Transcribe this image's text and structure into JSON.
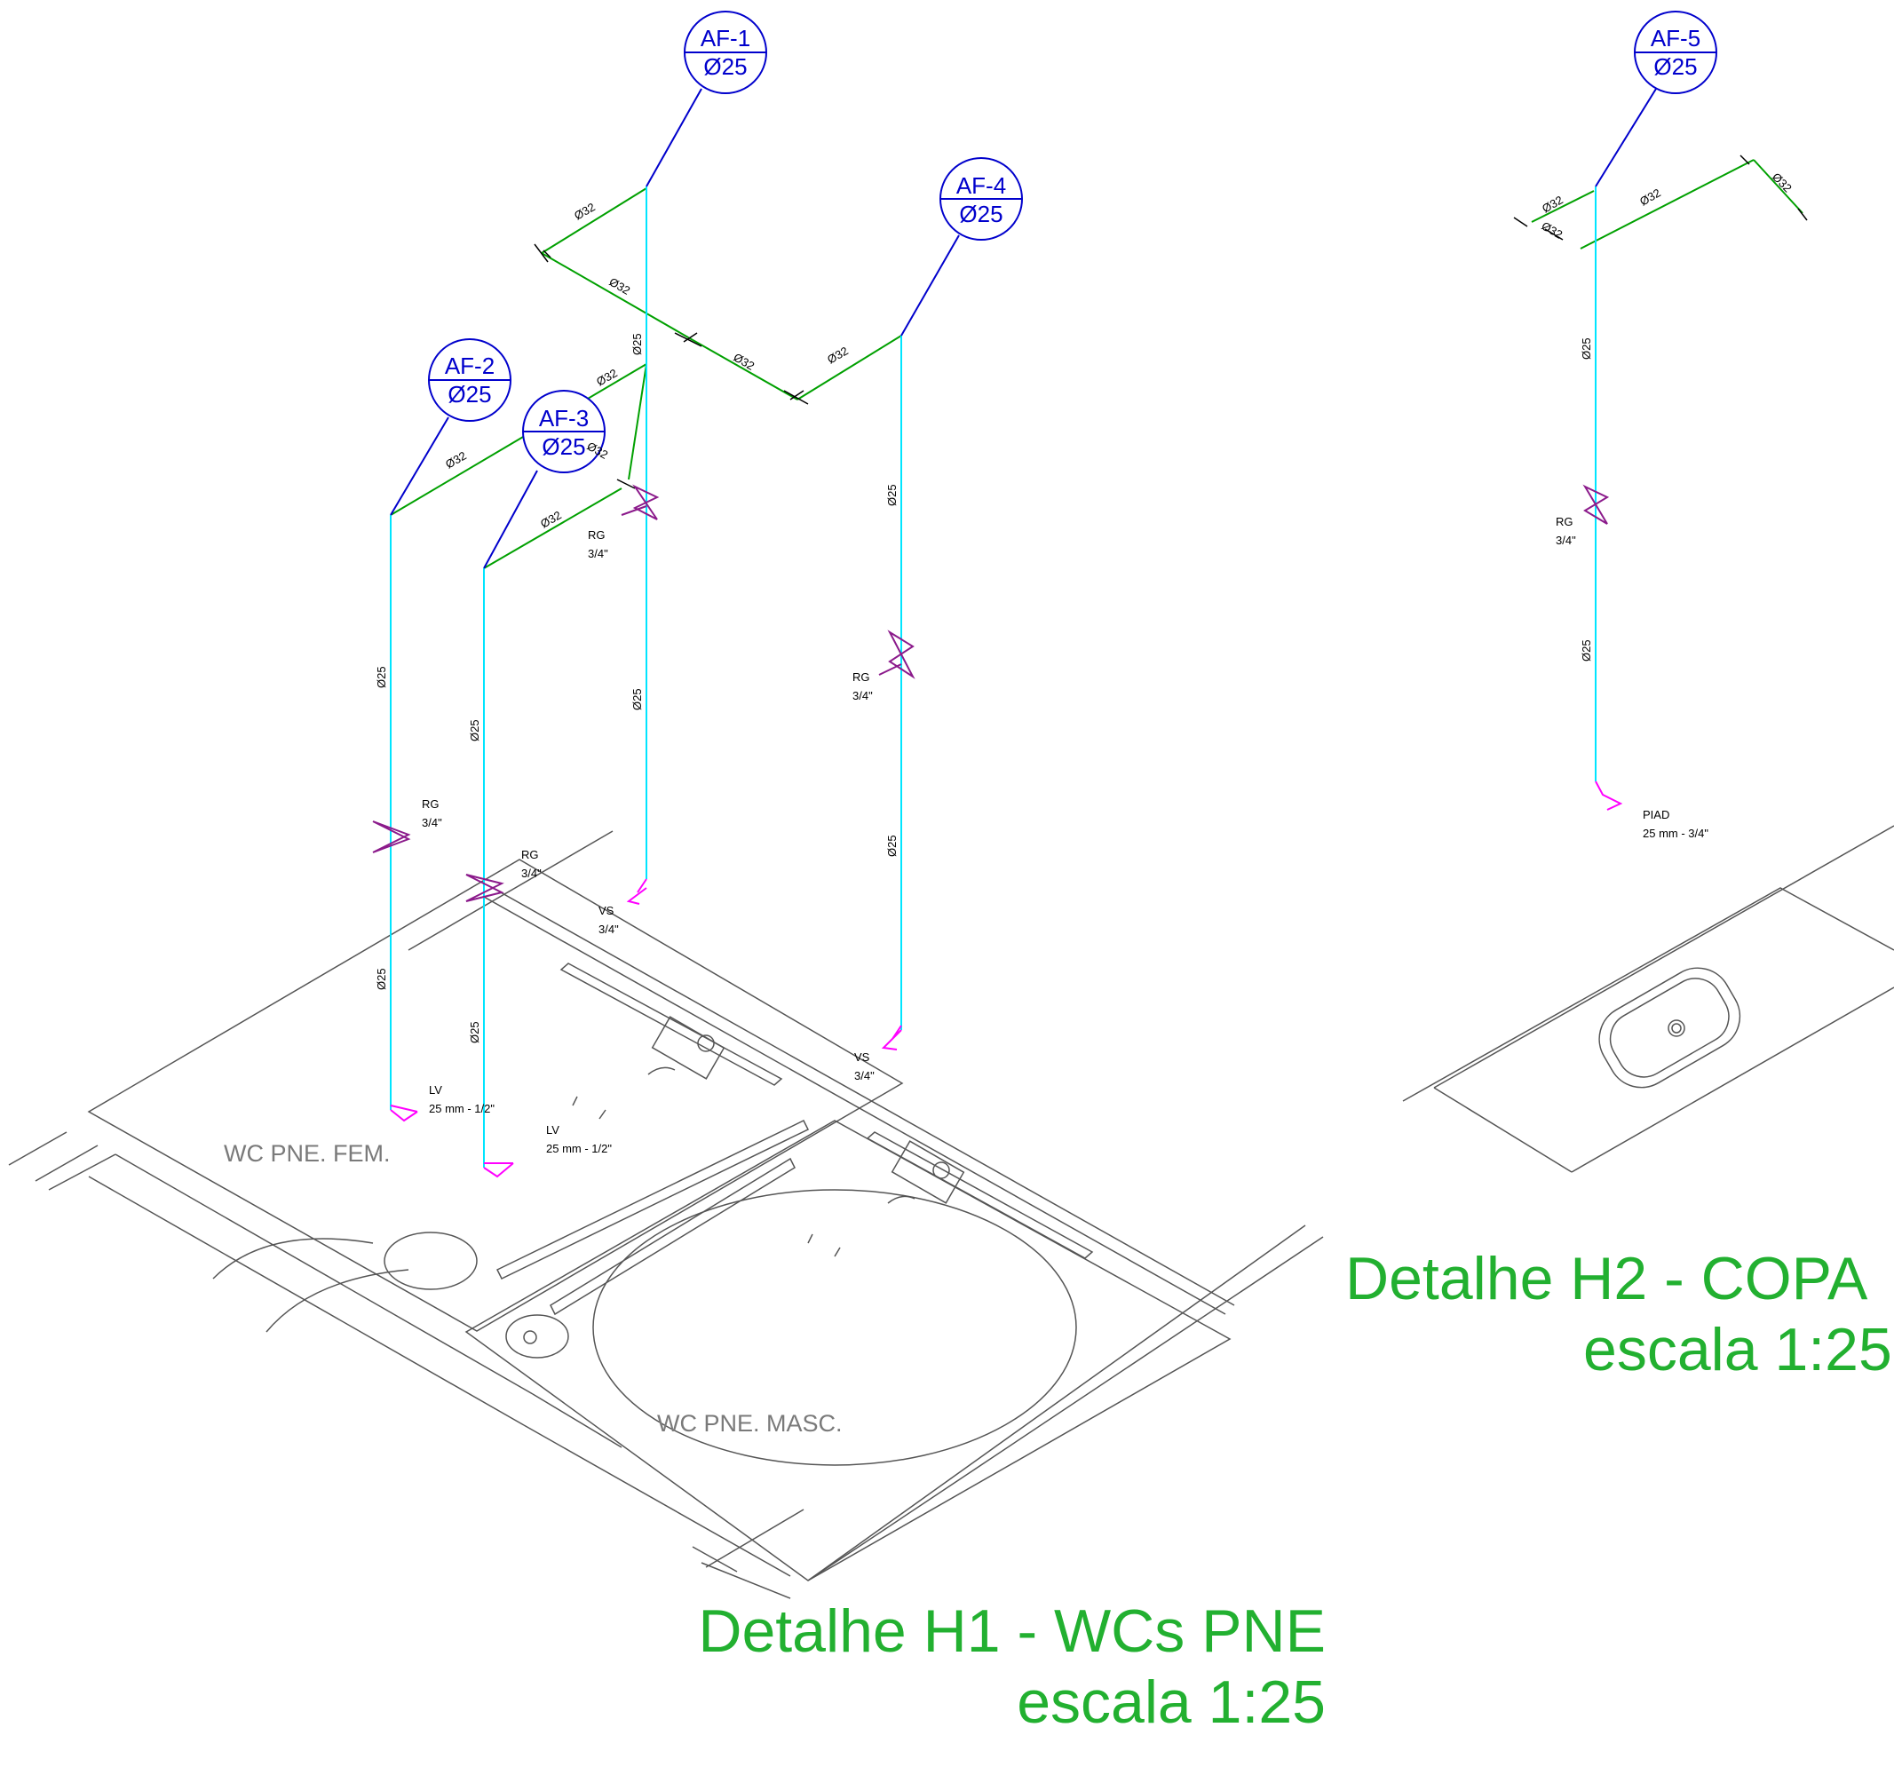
{
  "risers": [
    {
      "tag": "AF-1",
      "diameter": "Ø25"
    },
    {
      "tag": "AF-2",
      "diameter": "Ø25"
    },
    {
      "tag": "AF-3",
      "diameter": "Ø25"
    },
    {
      "tag": "AF-4",
      "diameter": "Ø25"
    },
    {
      "tag": "AF-5",
      "diameter": "Ø25"
    }
  ],
  "pipe_labels": {
    "main": "Ø32",
    "branch": "Ø25"
  },
  "fittings": {
    "valve_code": "RG",
    "valve_size": "3/4\"",
    "flush_code": "VS",
    "flush_size": "3/4\"",
    "basin_code": "LV",
    "basin_size": "25 mm - 1/2\"",
    "sink_code": "PIAD",
    "sink_size": "25 mm - 3/4\""
  },
  "rooms": {
    "female": "WC PNE. FEM.",
    "male": "WC PNE. MASC."
  },
  "details": [
    {
      "title": "Detalhe H1 - WCs PNE",
      "scale": "escala 1:25"
    },
    {
      "title": "Detalhe H2 - COPA",
      "scale": "escala 1:25"
    }
  ],
  "colors": {
    "tag_blue": "#0000cc",
    "main_pipe_green": "#00a000",
    "riser_cyan": "#00e5ff",
    "valve_purple": "#8b1a8b",
    "outlet_magenta": "#ff00ff",
    "floor_gray": "#555555",
    "title_green": "#22b030"
  }
}
